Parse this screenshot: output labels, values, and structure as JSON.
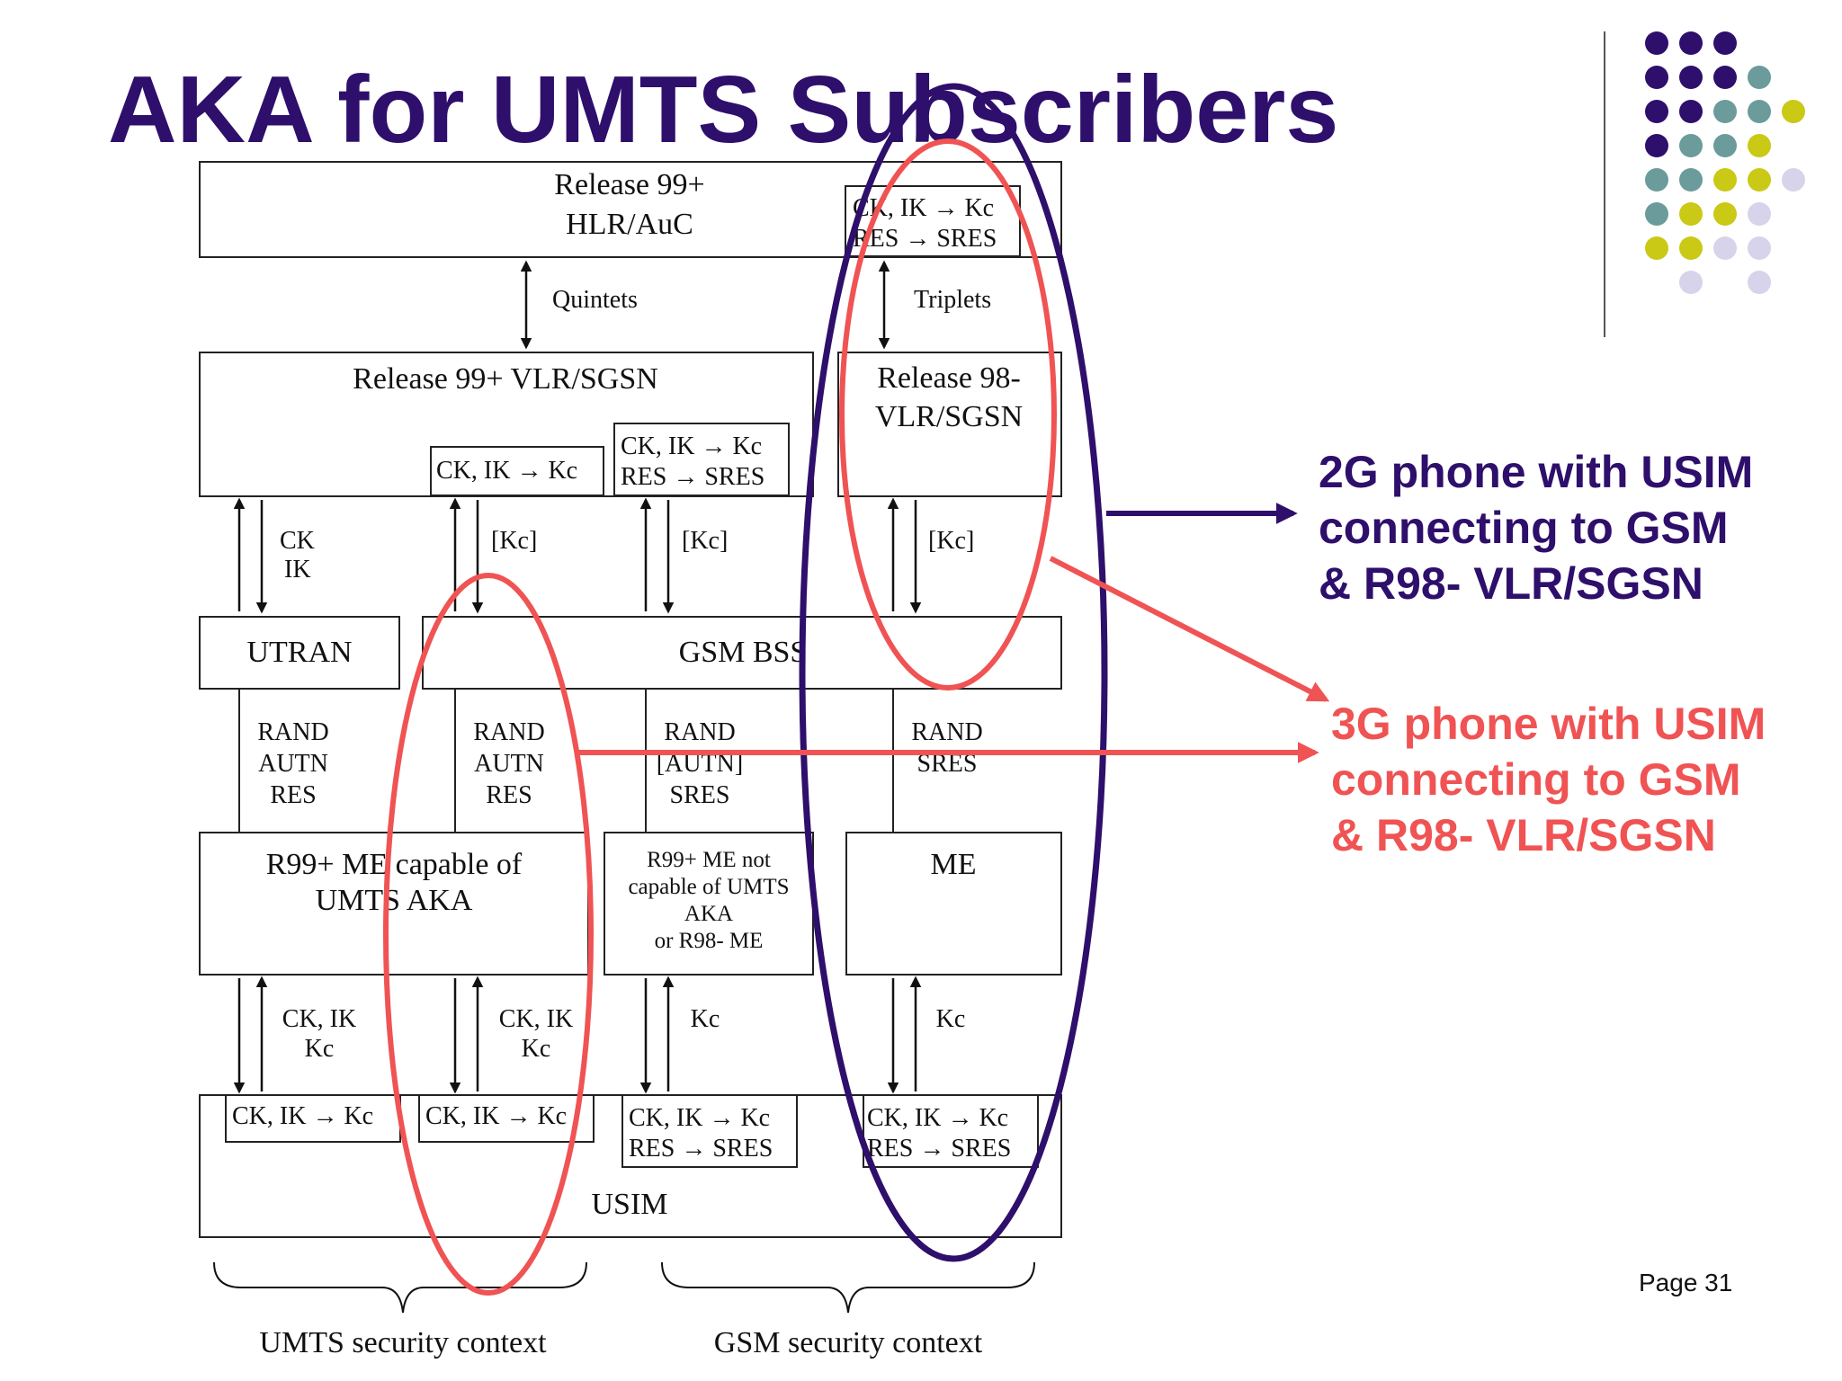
{
  "slide": {
    "title": "AKA for UMTS Subscribers",
    "page_label": "Page 31",
    "colors": {
      "title": "#2e0f6b",
      "dark_purple": "#2e0f6b",
      "red": "#f05353",
      "teal": "#6b9b9b",
      "lime": "#c9c916",
      "lavender": "#d7d3ea"
    }
  },
  "diagram": {
    "hlr": {
      "line1": "Release 99+",
      "line2": "HLR/AuC"
    },
    "hlr_conv": {
      "line1": "CK, IK → Kc",
      "line2": "RES → SRES"
    },
    "quintets": "Quintets",
    "triplets": "Triplets",
    "vlr99": {
      "label": "Release 99+ VLR/SGSN"
    },
    "vlr99_conv1": "CK, IK → Kc",
    "vlr99_conv2": {
      "line1": "CK, IK → Kc",
      "line2": "RES → SRES"
    },
    "vlr98": {
      "line1": "Release 98-",
      "line2": "VLR/SGSN"
    },
    "ck": "CK",
    "ik": "IK",
    "kc_labels": [
      "[Kc]",
      "[Kc]",
      "[Kc]"
    ],
    "utran": "UTRAN",
    "gsm_bss": "GSM BSS",
    "rand_cols": [
      [
        "RAND",
        "AUTN",
        "RES"
      ],
      [
        "RAND",
        "AUTN",
        "RES"
      ],
      [
        "RAND",
        "[AUTN]",
        "SRES"
      ],
      [
        "RAND",
        "SRES"
      ]
    ],
    "me99": {
      "line1": "R99+ ME capable of",
      "line2": "UMTS AKA"
    },
    "me_not": {
      "line1": "R99+ ME  not",
      "line2": "capable of UMTS",
      "line3": "AKA",
      "line4": "or R98- ME"
    },
    "me": "ME",
    "lower_labels": [
      {
        "line1": "CK, IK",
        "line2": "Kc"
      },
      {
        "line1": "CK, IK",
        "line2": "Kc"
      },
      {
        "line1": "Kc"
      },
      {
        "line1": "Kc"
      }
    ],
    "usim_conv": [
      {
        "line1": "CK, IK → Kc"
      },
      {
        "line1": "CK, IK → Kc"
      },
      {
        "line1": "CK, IK → Kc",
        "line2": "RES → SRES"
      },
      {
        "line1": "CK, IK → Kc",
        "line2": "RES → SRES"
      }
    ],
    "usim": "USIM",
    "umts_context": "UMTS security context",
    "gsm_context": "GSM security context"
  },
  "callouts": {
    "purple": {
      "line1": "2G phone with USIM",
      "line2": "connecting to GSM",
      "line3": "& R98- VLR/SGSN"
    },
    "red": {
      "line1": "3G phone with USIM",
      "line2": "connecting to GSM",
      "line3": "& R98- VLR/SGSN"
    }
  }
}
